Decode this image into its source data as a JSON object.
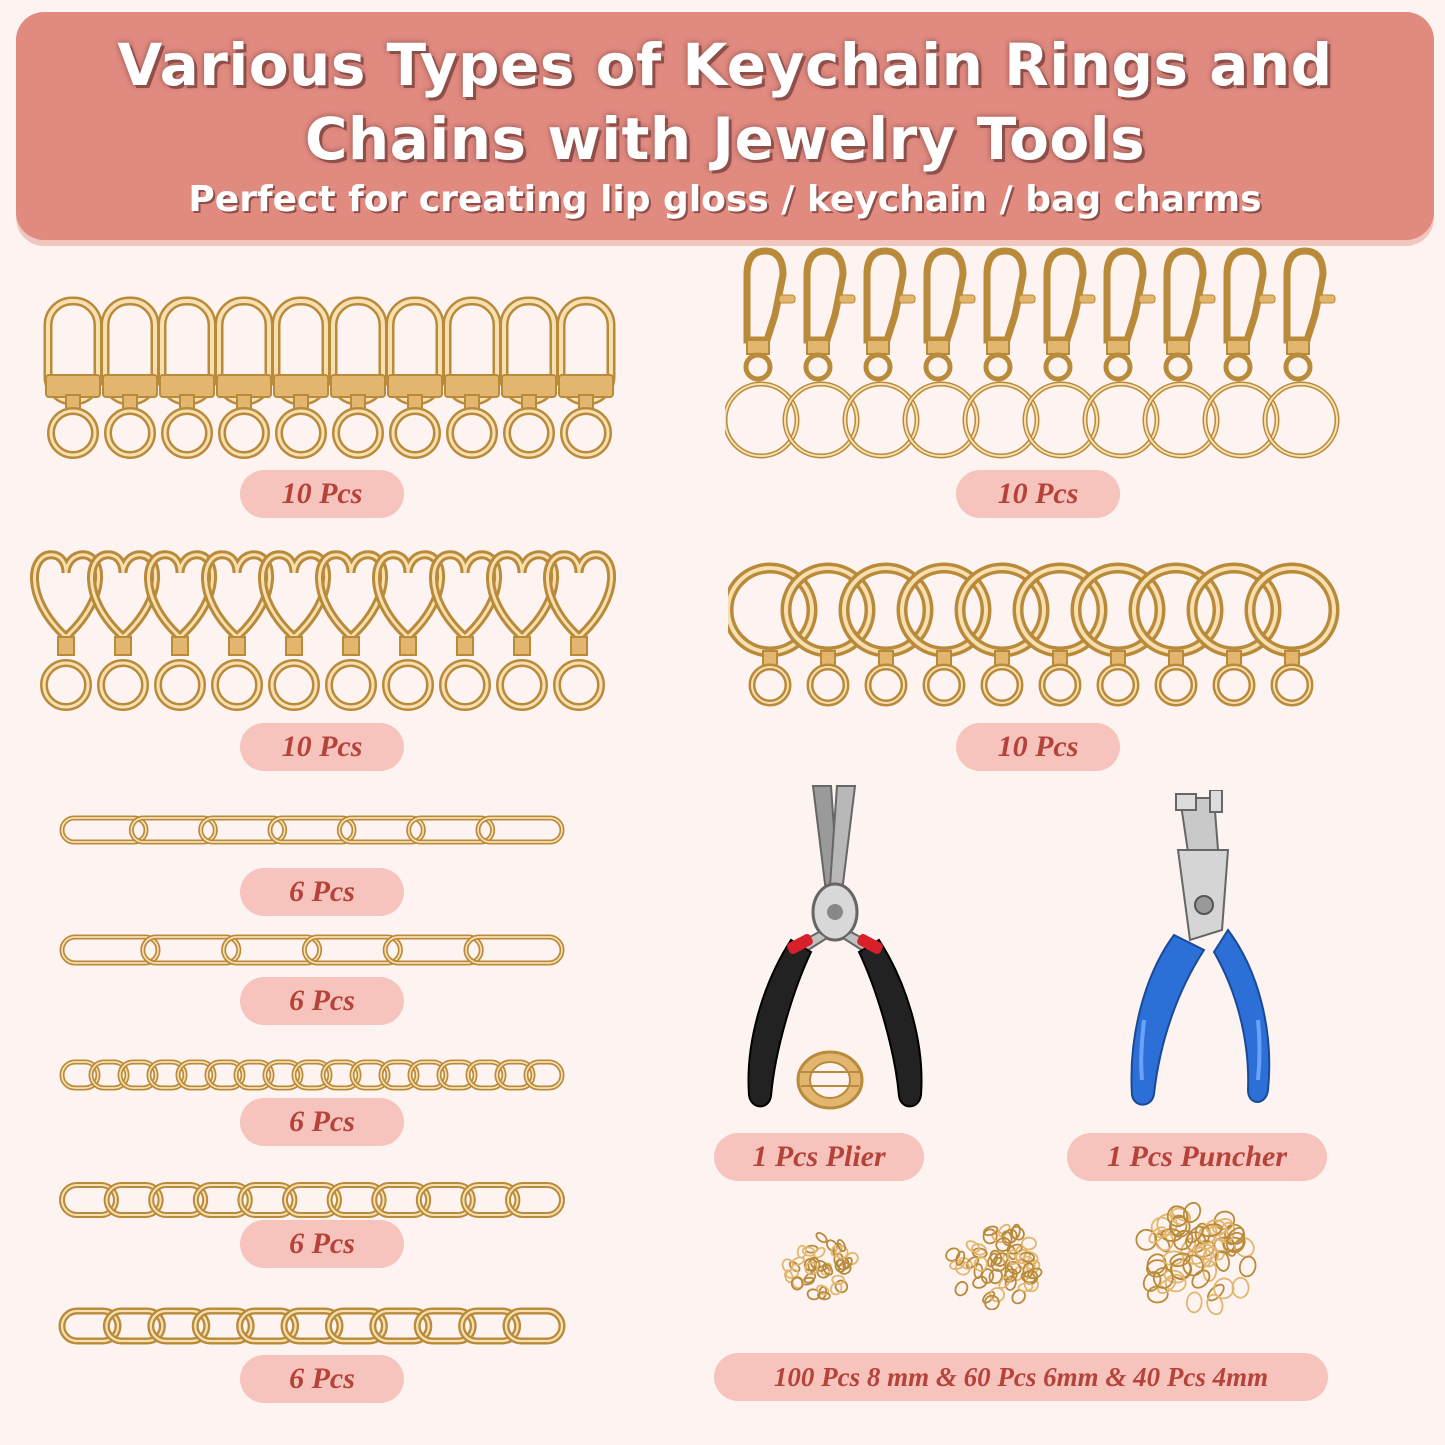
{
  "header": {
    "title_line1": "Various Types of Keychain Rings and",
    "title_line2": "Chains with Jewelry Tools",
    "subtitle": "Perfect for creating lip gloss / keychain / bag charms"
  },
  "labels": {
    "lobster_clasps": "10 Pcs",
    "clasps_with_rings": "10 Pcs",
    "heart_clasps": "10 Pcs",
    "spring_rings": "10 Pcs",
    "chain_1": "6 Pcs",
    "chain_2": "6 Pcs",
    "chain_3": "6 Pcs",
    "chain_4": "6 Pcs",
    "chain_5": "6 Pcs",
    "plier": "1 Pcs Plier",
    "puncher": "1 Pcs Puncher",
    "jump_rings": "100 Pcs 8 mm & 60 Pcs 6mm & 40 Pcs 4mm"
  },
  "colors": {
    "banner": "#e08a80",
    "pill": "#f6c3bd",
    "pill_text": "#b5433a",
    "gold": "#e2b66e",
    "background": "#fdf4f1"
  }
}
